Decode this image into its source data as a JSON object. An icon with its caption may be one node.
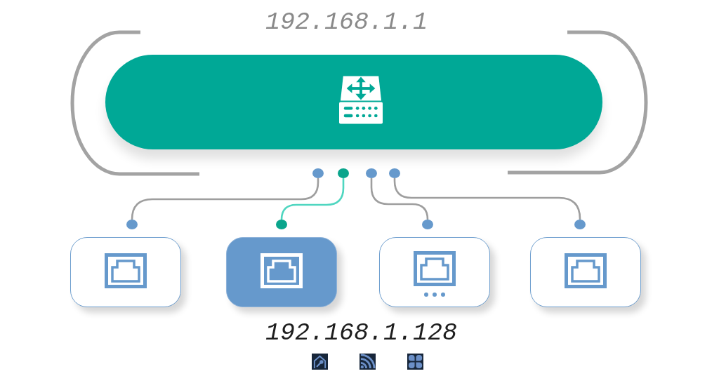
{
  "diagram": {
    "nodes": [
      {
        "text": [],
        "shape": "bar"
      },
      {
        "text": [],
        "shape": "circle"
      },
      {
        "text": [],
        "shape": "circle"
      },
      {
        "text": [],
        "shape": "circle"
      },
      {
        "text": [],
        "shape": "circle"
      },
      {
        "text": [],
        "shape": "circle"
      },
      {
        "text": [],
        "shape": "circle"
      },
      {
        "text": [],
        "shape": "circle"
      },
      {
        "text": [],
        "shape": "circle"
      },
      {
        "text": [],
        "shape": "box"
      },
      {
        "text": [],
        "shape": "box"
      },
      {
        "text": [],
        "shape": "box"
      },
      {
        "text": [],
        "shape": "box"
      }
    ],
    "edges": [
      {
        "from": 1,
        "to": 5,
        "arrow": "none"
      },
      {
        "from": 2,
        "to": 6,
        "arrow": "none",
        "color": "#4fd6c0"
      },
      {
        "from": 3,
        "to": 7,
        "arrow": "none"
      },
      {
        "from": 4,
        "to": 8,
        "arrow": "none"
      }
    ],
    "labels": [
      "192.168.1.1",
      "192.168.1.128"
    ]
  }
}
